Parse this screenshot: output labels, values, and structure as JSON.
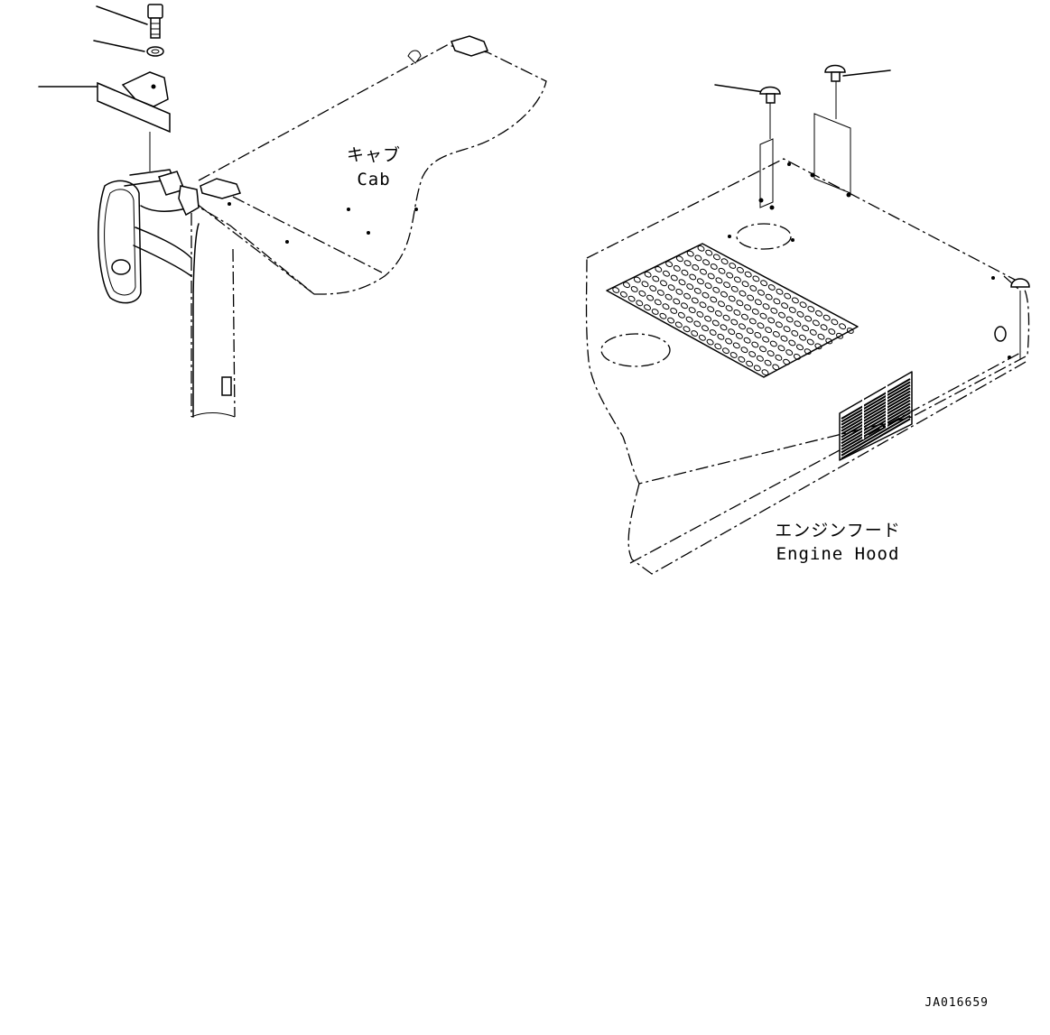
{
  "cab": {
    "label_ja": "キャブ",
    "label_en": "Cab"
  },
  "engine_hood": {
    "label_ja": "エンジンフード",
    "label_en": "Engine Hood"
  },
  "drawing_number": "JA016659"
}
